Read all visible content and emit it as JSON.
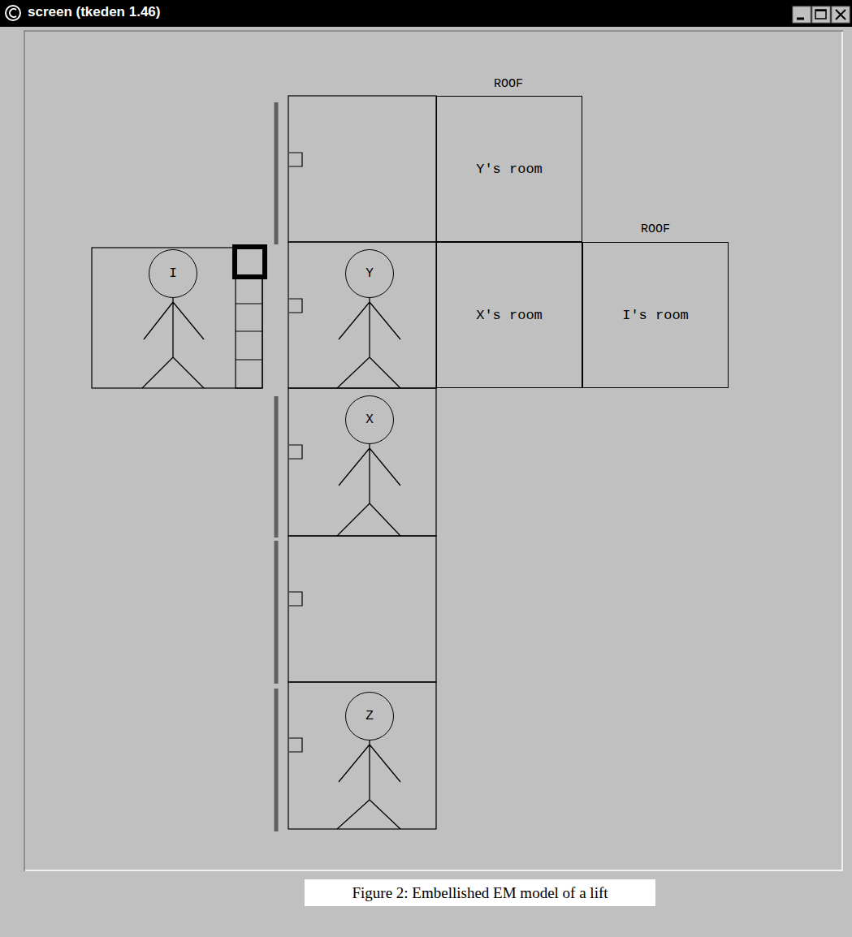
{
  "diagram": {
    "title": "screen (tkeden 1.46)",
    "caption": "Figure 2: Embellished EM model of a lift",
    "nodes": [
      {
        "text": [
          "Y's room"
        ]
      },
      {
        "text": [
          "I"
        ]
      },
      {
        "text": [
          "Y"
        ]
      },
      {
        "text": [
          "X's room"
        ]
      },
      {
        "text": [
          "I's room"
        ]
      },
      {
        "text": [
          "X"
        ]
      },
      {
        "text": [
          "Z"
        ]
      }
    ],
    "labels": [
      "ROOF",
      "ROOF"
    ]
  }
}
